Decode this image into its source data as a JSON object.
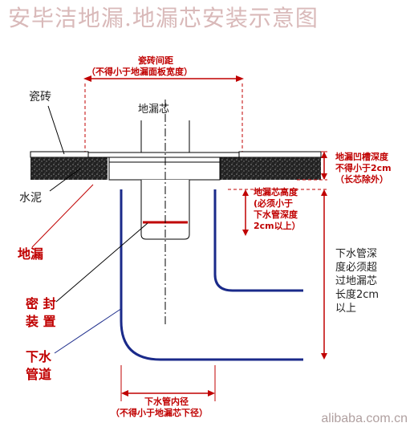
{
  "title": "安毕洁地漏.地漏芯安装示意图",
  "labels": {
    "tile_gap": "瓷砖间距",
    "tile_gap_note": "（不得小于地漏面板宽度）",
    "tile": "瓷砖",
    "core": "地漏芯",
    "cement": "水泥",
    "drain": "地漏",
    "seal_1": "密 封",
    "seal_2": "装 置",
    "pipe_1": "下水",
    "pipe_2": "管道",
    "groove_1": "地漏凹槽深度",
    "groove_2": "不得小于2cm",
    "groove_3": "（长芯除外）",
    "core_h_1": "地漏芯高度",
    "core_h_2": "(必须小于",
    "core_h_3": "下水管深度",
    "core_h_4": "2cm以上）",
    "pipe_depth_1": "下水管深",
    "pipe_depth_2": "度必须超",
    "pipe_depth_3": "过地漏芯",
    "pipe_depth_4": "长度2cm",
    "pipe_depth_5": "以上",
    "pipe_dia": "下水管内径",
    "pipe_dia_note": "（不得小于地漏芯下径）"
  },
  "watermark": "alibaba.com.cn",
  "colors": {
    "red": "#c00000",
    "pipe": "#1a2a8a",
    "cement": "#2a2a2a"
  }
}
